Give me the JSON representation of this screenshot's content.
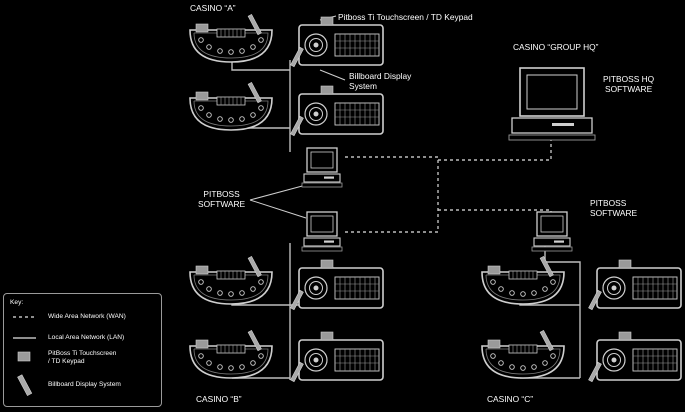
{
  "labels": {
    "casino_a": "CASINO “A”",
    "casino_b": "CASINO “B”",
    "casino_c": "CASINO “C”",
    "casino_hq": "CASINO “GROUP HQ”",
    "touchscreen_callout": "Pitboss Ti Touchscreen / TD Keypad",
    "billboard_callout_line1": "Billboard Display",
    "billboard_callout_line2": "System",
    "pitboss_software_line1": "PITBOSS",
    "pitboss_software_line2": "SOFTWARE",
    "pitboss_c_line1": "PITBOSS",
    "pitboss_c_line2": "SOFTWARE",
    "hq_software_line1": "PITBOSS HQ",
    "hq_software_line2": "SOFTWARE"
  },
  "key": {
    "title": "Key:",
    "wan": "Wide Area Network (WAN)",
    "lan": "Local Area Network (LAN)",
    "touchscreen_line1": "PitBoss Ti Touchscreen",
    "touchscreen_line2": "/ TD Keypad",
    "billboard": "Billboard Display System"
  },
  "colors": {
    "background": "#000000",
    "line": "#bdbdbd",
    "device": "#9a9a9a",
    "text": "#ffffff"
  }
}
